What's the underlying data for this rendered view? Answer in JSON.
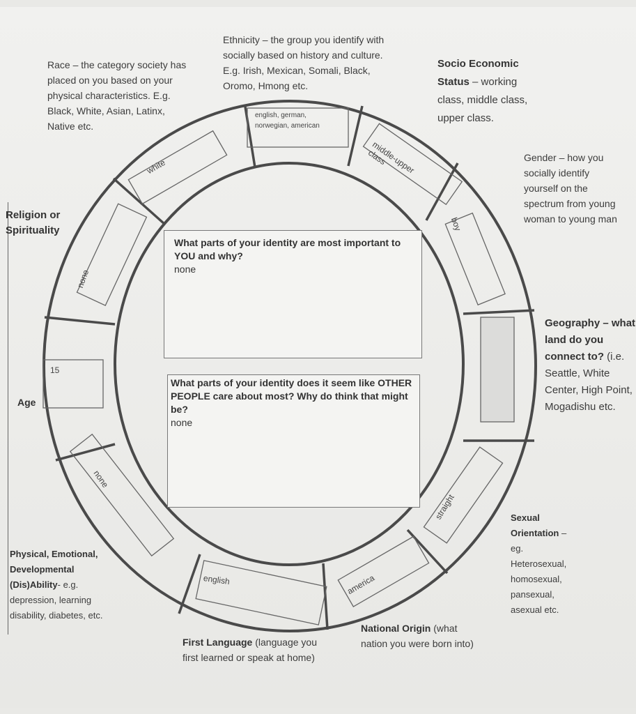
{
  "labels": {
    "race": {
      "title": "Race",
      "text": " – the category society has placed on you based on your physical characteristics. E.g. Black, White, Asian, Latinx, Native etc."
    },
    "ethnicity": {
      "title": "Ethnicity",
      "text": " – the group you identify with socially based on history and culture. E.g. Irish, Mexican, Somali, Black, Oromo, Hmong etc."
    },
    "ses": {
      "title": "Socio Economic Status",
      "text": " – working class, middle class, upper class."
    },
    "gender": {
      "title": "Gender",
      "text": " – how you socially identify yourself on the spectrum from young woman to young man"
    },
    "religion": {
      "title": "Religion or Spirituality",
      "text": ""
    },
    "geography": {
      "title": "Geography – what land do you connect to?",
      "text": " (i.e. Seattle, White Center, High Point, Mogadishu etc."
    },
    "age": {
      "title": "Age",
      "text": ""
    },
    "sexual_orientation": {
      "title": "Sexual Orientation",
      "text": " – eg. Heterosexual, homosexual, pansexual, asexual etc."
    },
    "ability": {
      "title": "Physical, Emotional, Developmental (Dis)Ability",
      "text": "- e.g. depression, learning disability, diabetes, etc."
    },
    "first_language": {
      "title": "First Language",
      "text": " (language you first learned or speak at home)"
    },
    "national_origin": {
      "title": "National Origin",
      "text": " (what nation you were born into)"
    }
  },
  "answers": {
    "race": "white",
    "ethnicity_1": "english, german,",
    "ethnicity_2": "norwegian, american",
    "ses_1": "middle-upper",
    "ses_2": "class",
    "gender": "boy",
    "geography": "",
    "religion": "none",
    "age": "15",
    "sexual_orientation": "straight",
    "ability": "none",
    "first_language": "english",
    "national_origin": "america"
  },
  "questions": {
    "q1": {
      "prompt": "What parts of your identity are most important to YOU and why?",
      "answer": "none"
    },
    "q2": {
      "prompt": "What parts of your identity does it seem like OTHER PEOPLE care about most? Why do think that might be?",
      "answer": "none"
    }
  }
}
